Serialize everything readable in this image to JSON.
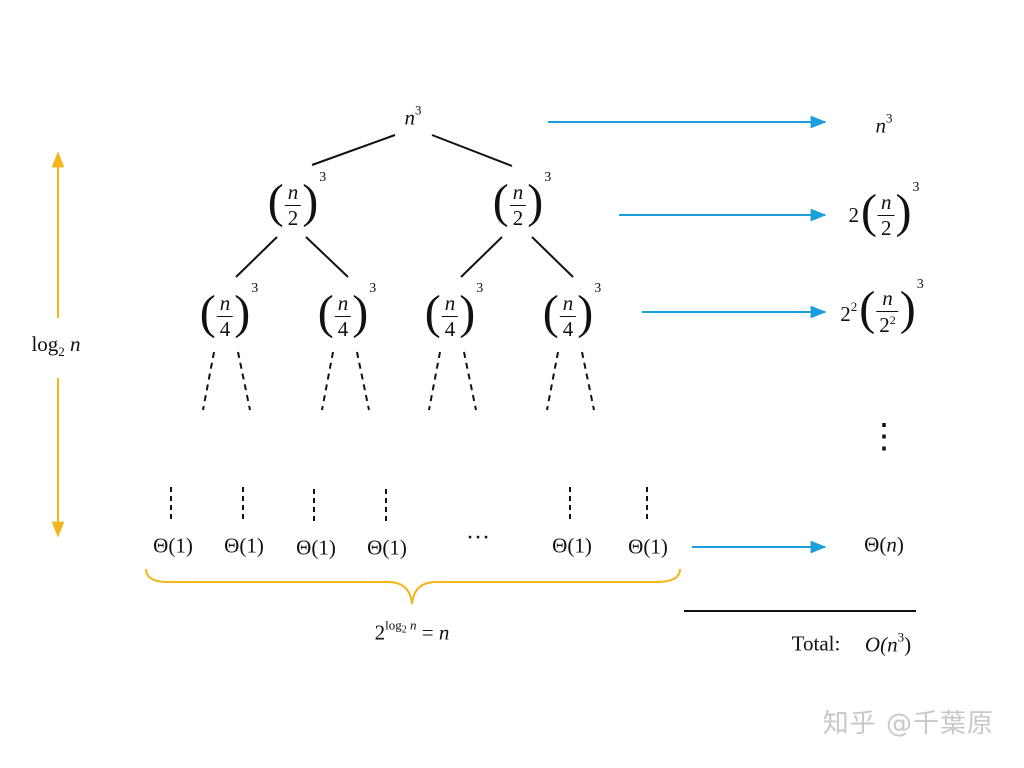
{
  "tree": {
    "root": {
      "base": "n",
      "exp": "3"
    },
    "level1": {
      "num": "n",
      "den": "2",
      "exp": "3"
    },
    "level2": {
      "num": "n",
      "den": "4",
      "exp": "3"
    },
    "leaf": "Θ(1)",
    "ellipsis": "···"
  },
  "levels": {
    "row0": {
      "base": "n",
      "exp": "3"
    },
    "row1": {
      "coef": "2",
      "num": "n",
      "den": "2",
      "exp": "3"
    },
    "row2": {
      "coef_base": "2",
      "coef_exp": "2",
      "num": "n",
      "den_base": "2",
      "den_exp": "2",
      "exp": "3"
    },
    "row_last": {
      "prefix": "Θ(",
      "var": "n",
      "suffix": ")"
    },
    "vdots": "⋮"
  },
  "height_label": {
    "prefix": "log",
    "sub": "2",
    "var": "n"
  },
  "leaves_label": {
    "base": "2",
    "exp_prefix": "log",
    "exp_sub": "2",
    "exp_var": "n",
    "equals": " = ",
    "var": "n"
  },
  "total": {
    "label": "Total:",
    "func": "O(",
    "var": "n",
    "exp": "3",
    "close": ")"
  },
  "watermark": "知乎 @千葉原",
  "colors": {
    "arrow": "#1a9fdb",
    "brace": "#f2b61c",
    "line": "#111111"
  }
}
